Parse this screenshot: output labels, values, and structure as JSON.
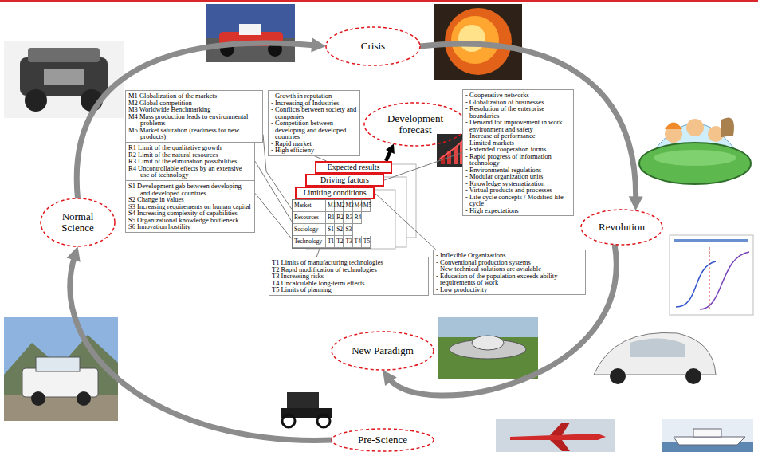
{
  "diagram": {
    "nodes": [
      {
        "text": [
          "Crisis"
        ]
      },
      {
        "text": [
          "Development forecast"
        ]
      },
      {
        "text": [
          "M1 Globalization of the markets",
          "M2 Global competition",
          "M3 Worldwide Benchmarking",
          "M4 Mass production leads to environmental problems",
          "M5 Market saturation (readiness for new products)"
        ]
      },
      {
        "text": [
          "- Growth in reputation",
          "- Increasing of Industries",
          "- Conflicts between society and companies",
          "- Competition between developing and developed countries",
          "- Rapid market",
          "- High efficieny"
        ]
      },
      {
        "text": [
          "- Cooperative networks",
          "- Globalization of businesses",
          "- Resolution of the enterprise boundaries",
          "- Demand for improvement in work environment and safety",
          "- Increase of performance",
          "- Limited markets",
          "- Extended cooperation forms",
          "- Rapid progress of information technology",
          "- Environmental regulations",
          "- Modular organization units",
          "- Knowledge systematization",
          "- Virtual products and processes",
          "- Life cycle concepts / Modified life cycle",
          "- High expectations"
        ]
      },
      {
        "text": [
          "R1 Limit of the qualitative growth",
          "R2 Limit of the natural resources",
          "R3 Limit of the elimination possibilities",
          "R4 Uncontrollable effects by an extensive use of technology"
        ]
      },
      {
        "text": [
          "Expected results"
        ]
      },
      {
        "text": [
          "Driving factors"
        ]
      },
      {
        "text": [
          "Limiting conditions"
        ]
      },
      {
        "text": [
          "Market",
          "M1",
          "M2",
          "M3",
          "M4",
          "M5",
          "Resources",
          "R1",
          "R2",
          "R3",
          "R4",
          "Sociology",
          "S1",
          "S2",
          "S3",
          "Technology",
          "T1",
          "T2",
          "T3",
          "T4",
          "T5"
        ]
      },
      {
        "text": [
          "Revolution"
        ]
      },
      {
        "text": [
          "Normal Science"
        ]
      },
      {
        "text": [
          "S1 Development gab between developing and developed countries",
          "S2 Change in values",
          "S3 Increasing requirements on human capital",
          "S4 Increasing complexity of capabilities",
          "S5 Organizational knowledge bottleneck",
          "S6 Innovation hostility"
        ]
      },
      {
        "text": [
          "T1 Limits of manufacturing technologies",
          "T2 Rapid modification of technologies",
          "T3 Increasing risks",
          "T4 Uncalculable long-term effects",
          "T5 Limits of planning"
        ]
      },
      {
        "text": [
          "- Inflexible Organizations",
          "- Conventional production systems",
          "- New technical solutions are avialable",
          "- Education of the population exceeds ability requirements of work",
          "- Low productivity"
        ]
      },
      {
        "text": [
          "New Paradigm"
        ]
      },
      {
        "text": [
          "Pre-Science"
        ]
      }
    ],
    "edges": [
      {
        "from": 11,
        "to": 0,
        "arrow": "to"
      },
      {
        "from": 0,
        "to": 10,
        "arrow": "to"
      },
      {
        "from": 10,
        "to": 15,
        "arrow": "to"
      },
      {
        "from": 16,
        "to": 11,
        "arrow": "to"
      },
      {
        "from": 6,
        "to": 1,
        "arrow": "to"
      },
      {
        "from": 3,
        "to": 6,
        "arrow": "none"
      },
      {
        "from": 4,
        "to": 7,
        "arrow": "none"
      },
      {
        "from": 14,
        "to": 8,
        "arrow": "none"
      },
      {
        "from": 2,
        "to": 9,
        "arrow": "none"
      },
      {
        "from": 5,
        "to": 9,
        "arrow": "none"
      },
      {
        "from": 12,
        "to": 9,
        "arrow": "none"
      },
      {
        "from": 13,
        "to": 9,
        "arrow": "none"
      }
    ]
  }
}
